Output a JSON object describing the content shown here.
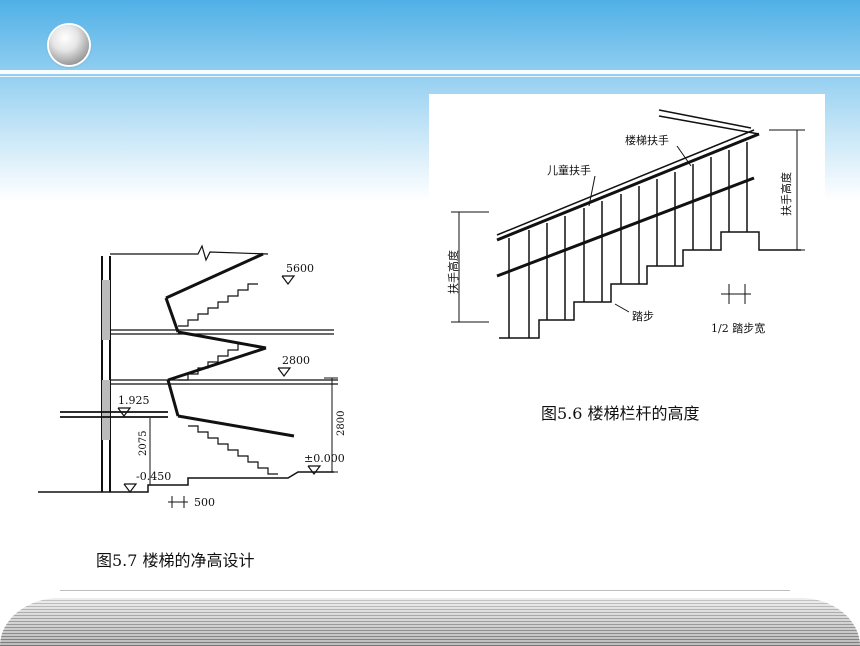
{
  "fig56": {
    "label_handrail": "楼梯扶手",
    "label_child_handrail": "儿童扶手",
    "label_handrail_height_left": "扶手高度",
    "label_handrail_height_right": "扶手高度",
    "label_tread": "踏步",
    "label_half_tread": "1/2 踏步宽",
    "caption": "图5.6  楼梯栏杆的高度"
  },
  "fig57": {
    "dim_top": "5600",
    "dim_middle": "2800",
    "dim_right_vertical": "2800",
    "dim_floor": "±0.000",
    "dim_landing": "1.925",
    "dim_clearance": "2075",
    "dim_ground": "-0.450",
    "dim_bottom": "500",
    "caption": "图5.7  楼梯的净高设计"
  }
}
